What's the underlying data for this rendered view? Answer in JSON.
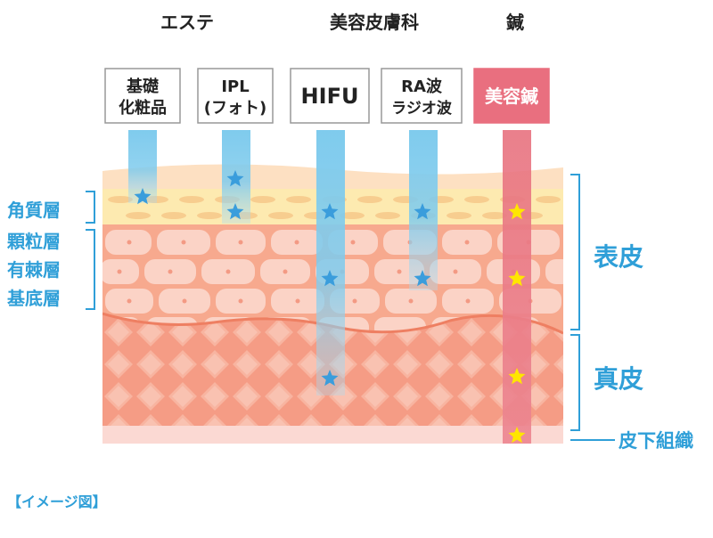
{
  "categories": {
    "esthe": "エステ",
    "derm": "美容皮膚科",
    "acupuncture": "鍼"
  },
  "treatments": [
    {
      "id": "basic-cosmetics",
      "lines": [
        "基礎",
        "化粧品"
      ]
    },
    {
      "id": "ipl",
      "lines": [
        "IPL",
        "(フォト)"
      ]
    },
    {
      "id": "hifu",
      "lines": [
        "HIFU"
      ]
    },
    {
      "id": "ra-wave",
      "lines": [
        "RA波",
        "ラジオ波"
      ]
    },
    {
      "id": "beauty-acupuncture",
      "lines": [
        "美容鍼"
      ]
    }
  ],
  "layers_left": [
    "角質層",
    "顆粒層",
    "有棘層",
    "基底層"
  ],
  "layers_right": {
    "epidermis": "表皮",
    "dermis": "真皮",
    "subcutaneous": "皮下組織"
  },
  "caption": "【イメージ図】",
  "colors": {
    "blue_text": "#2f9fd8",
    "blue_beam": "#7fcbed",
    "pink_beam": "#e8727f",
    "star_blue": "#3a9ddc",
    "star_yellow": "#ffe600",
    "stratum_corneum": "#fdeab0",
    "epidermis_cells": "#f7a98e",
    "dermis": "#f4a08a",
    "subcutaneous": "#fbd9d3"
  }
}
